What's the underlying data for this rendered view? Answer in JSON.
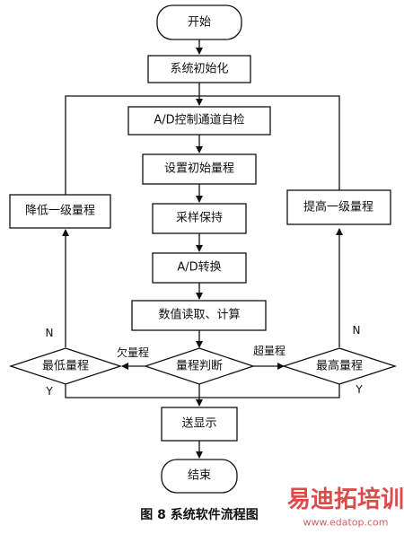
{
  "nodes": {
    "start": "开始",
    "init": "系统初始化",
    "selftest": "A/D控制通道自检",
    "set_range": "设置初始量程",
    "sample_hold": "采样保持",
    "ad_convert": "A/D转换",
    "read_calc": "数值读取、计算",
    "range_judge": "量程判断",
    "min_range": "最低量程",
    "max_range": "最高量程",
    "lower_one": "降低一级量程",
    "raise_one": "提高一级量程",
    "display": "送显示",
    "end": "结束"
  },
  "edge_labels": {
    "under_range": "欠量程",
    "over_range": "超量程",
    "min_no": "N",
    "min_yes": "Y",
    "max_no": "N",
    "max_yes": "Y"
  },
  "caption": "图 8   系统软件流程图",
  "watermark": {
    "brand": "易迪拓培训",
    "url": "www.edatop.com",
    "brand_color": "#d62b2b",
    "url_color": "#c24a4a"
  }
}
